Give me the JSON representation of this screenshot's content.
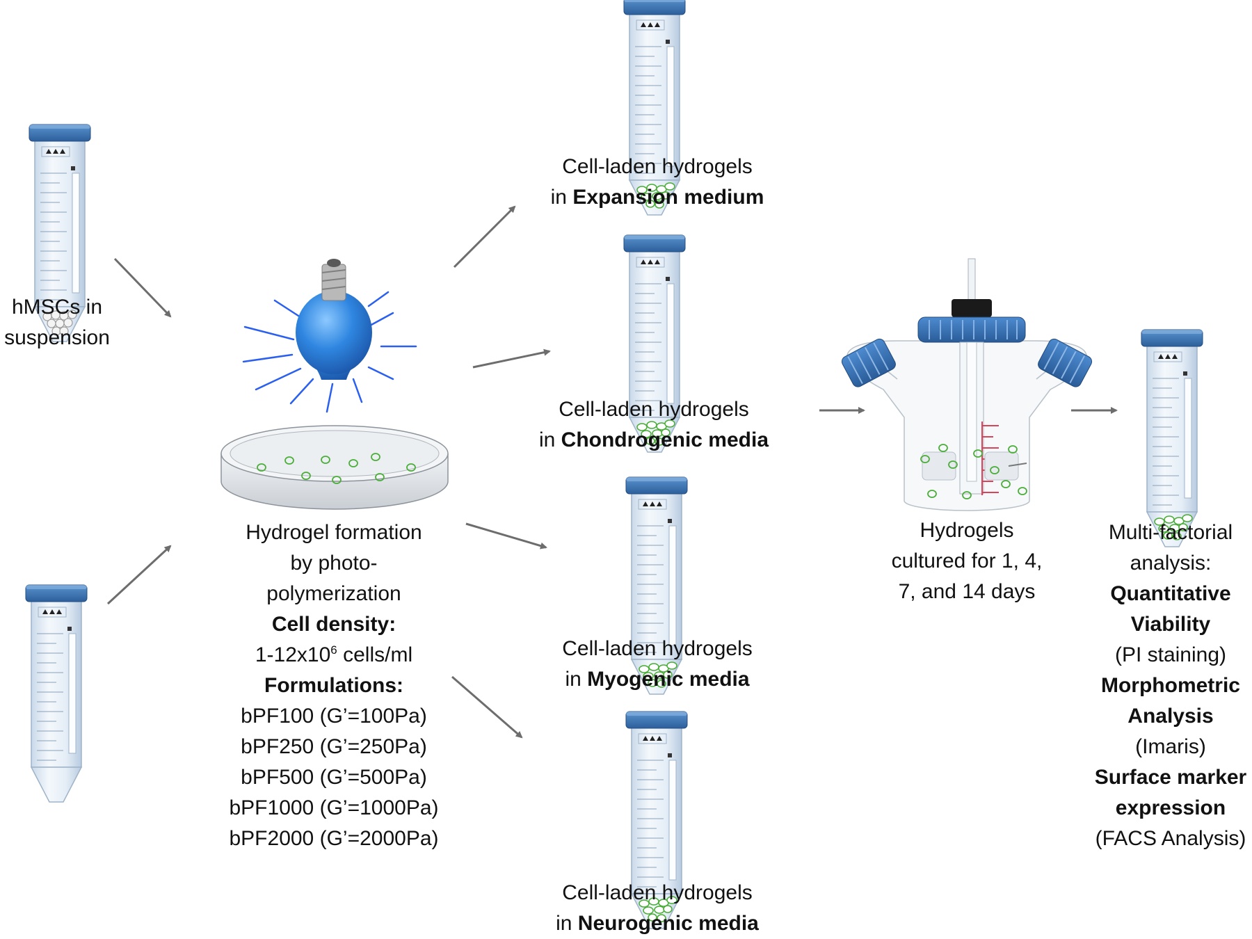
{
  "labels": {
    "hmsc": {
      "line1": "hMSCs in",
      "line2": "suspension"
    },
    "formation": {
      "line1": "Hydrogel formation",
      "line2": "by photo-",
      "line3": "polymerization",
      "density_heading": "Cell density:",
      "density_value_pre": "1-12x10",
      "density_value_exp": "6",
      "density_value_post": " cells/ml",
      "formulations_heading": "Formulations:",
      "formulations": [
        "bPF100 (G’=100Pa)",
        "bPF250 (G’=250Pa)",
        "bPF500 (G’=500Pa)",
        "bPF1000 (G’=1000Pa)",
        "bPF2000 (G’=2000Pa)"
      ]
    },
    "media": [
      {
        "line1": "Cell-laden hydrogels",
        "prefix": "in ",
        "medium": "Expansion medium"
      },
      {
        "line1": "Cell-laden hydrogels",
        "prefix": "in ",
        "medium": "Chondrogenic media"
      },
      {
        "line1": "Cell-laden hydrogels",
        "prefix": "in ",
        "medium": "Myogenic media"
      },
      {
        "line1": "Cell-laden hydrogels",
        "prefix": "in ",
        "medium": "Neurogenic media"
      }
    ],
    "culture": {
      "line1": "Hydrogels",
      "line2": "cultured for 1, 4,",
      "line3": "7, and 14 days"
    },
    "analysis": {
      "line1": "Multi-factorial",
      "line2": "analysis:",
      "viability_1": "Quantitative",
      "viability_2": "Viability",
      "viability_method": "(PI staining)",
      "morpho_1": "Morphometric",
      "morpho_2": "Analysis",
      "morpho_method": "(Imaris)",
      "surface_1": "Surface marker",
      "surface_2": "expression",
      "surface_method": "(FACS Analysis)"
    }
  },
  "colors": {
    "cap_blue": "#3f78b5",
    "cap_dark": "#2a568c",
    "bulb_blue": "#2f86e0",
    "rays": "#2a5ff0",
    "cells_green": "#4cae3a",
    "arrow_grey": "#6d6d6d",
    "scale_red": "#d8455a"
  },
  "icons": {
    "tube": "falcon-tube-icon",
    "bulb": "light-bulb-icon",
    "dish": "petri-dish-icon",
    "flask": "spinner-flask-icon"
  }
}
